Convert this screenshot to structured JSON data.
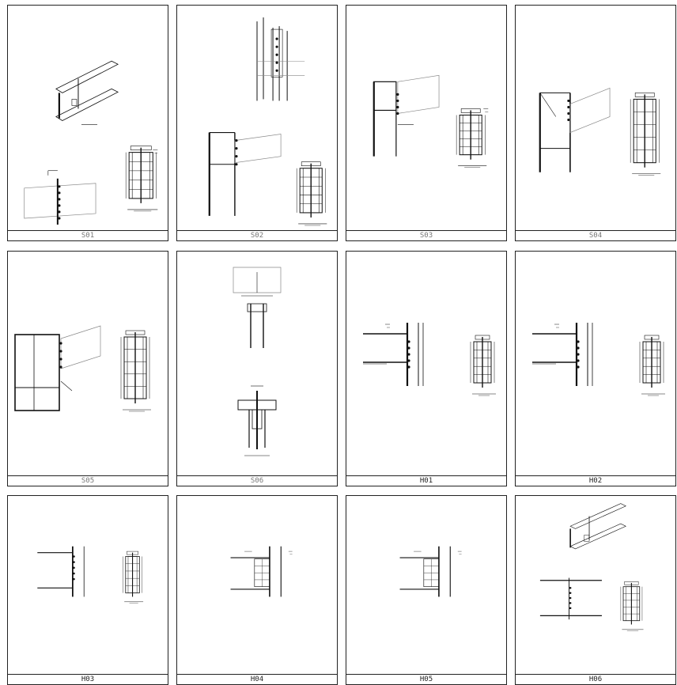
{
  "sheets": [
    {
      "id": "S01",
      "label": "S01",
      "type": "beam-iso"
    },
    {
      "id": "S02",
      "label": "S02",
      "type": "column-beam-a"
    },
    {
      "id": "S03",
      "label": "S03",
      "type": "column-beam-b"
    },
    {
      "id": "S04",
      "label": "S04",
      "type": "column-beam-c"
    },
    {
      "id": "S05",
      "label": "S05",
      "type": "column-beam-d"
    },
    {
      "id": "S06",
      "label": "S06",
      "type": "splice"
    },
    {
      "id": "H01",
      "label": "H01",
      "type": "web-conn-a"
    },
    {
      "id": "H02",
      "label": "H02",
      "type": "web-conn-b"
    },
    {
      "id": "H03",
      "label": "H03",
      "type": "web-conn-c"
    },
    {
      "id": "H04",
      "label": "H04",
      "type": "flange-conn-a"
    },
    {
      "id": "H05",
      "label": "H05",
      "type": "flange-conn-b"
    },
    {
      "id": "H06",
      "label": "H06",
      "type": "beam-iso-b"
    }
  ],
  "colors": {
    "line": "#111111",
    "hatch": "#888888",
    "label_dim": "#777777",
    "label_dark": "#222222"
  }
}
